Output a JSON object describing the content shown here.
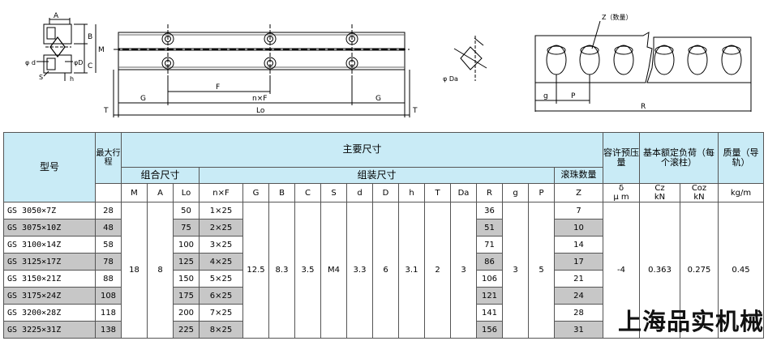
{
  "drawing_labels": {
    "A": "A",
    "B": "B",
    "M": "M",
    "phi_d": "φ d",
    "phi_D": "φD",
    "S": "S",
    "h": "h",
    "C": "C",
    "F": "F",
    "nxF": "n×F",
    "G_left": "G",
    "G_right": "G",
    "Lo": "Lo",
    "T_left": "T",
    "T_right": "T",
    "phi_Da": "φ Da",
    "Z_count": "Z（数量）",
    "g": "g",
    "P": "P",
    "R": "R"
  },
  "table": {
    "headers": {
      "model": "型号",
      "max_stroke": "最大行程",
      "main_dims": "主要尺寸",
      "combined_dims": "组合尺寸",
      "assembly_dims": "组装尺寸",
      "ball_count": "滚珠数量",
      "preload": "容许预压量",
      "load_rating": "基本额定负荷（每个滚柱）",
      "mass": "质量（导轨）"
    },
    "sub_headers": {
      "M": "M",
      "A": "A",
      "Lo": "Lo",
      "nxF": "n×F",
      "G": "G",
      "B": "B",
      "C": "C",
      "S": "S",
      "d": "d",
      "D": "D",
      "h": "h",
      "T": "T",
      "Da": "Da",
      "R": "R",
      "g": "g",
      "P": "P",
      "Z": "Z",
      "delta": "δ",
      "delta_unit": "μ m",
      "Cz": "Cz",
      "Cz_unit": "kN",
      "Coz": "Coz",
      "Coz_unit": "kN",
      "mass_unit": "kg/m"
    },
    "rows": [
      {
        "model": "GS 3050×7Z",
        "stroke": "28",
        "Lo": "50",
        "nxF": "1×25",
        "R": "36",
        "Z": "7"
      },
      {
        "model": "GS 3075×10Z",
        "stroke": "48",
        "Lo": "75",
        "nxF": "2×25",
        "R": "51",
        "Z": "10"
      },
      {
        "model": "GS 3100×14Z",
        "stroke": "58",
        "Lo": "100",
        "nxF": "3×25",
        "R": "71",
        "Z": "14"
      },
      {
        "model": "GS 3125×17Z",
        "stroke": "78",
        "Lo": "125",
        "nxF": "4×25",
        "R": "86",
        "Z": "17"
      },
      {
        "model": "GS 3150×21Z",
        "stroke": "88",
        "Lo": "150",
        "nxF": "5×25",
        "R": "106",
        "Z": "21"
      },
      {
        "model": "GS 3175×24Z",
        "stroke": "108",
        "Lo": "175",
        "nxF": "6×25",
        "R": "121",
        "Z": "24"
      },
      {
        "model": "GS 3200×28Z",
        "stroke": "118",
        "Lo": "200",
        "nxF": "7×25",
        "R": "141",
        "Z": "28"
      },
      {
        "model": "GS 3225×31Z",
        "stroke": "138",
        "Lo": "225",
        "nxF": "8×25",
        "R": "156",
        "Z": "31"
      }
    ],
    "shared": {
      "M": "18",
      "A": "8",
      "G": "12.5",
      "B": "8.3",
      "C": "3.5",
      "S": "M4",
      "d": "3.3",
      "D": "6",
      "h": "3.1",
      "T": "2",
      "Da": "3",
      "g": "3",
      "P": "5",
      "delta": "-4",
      "Cz": "0.363",
      "Coz": "0.275",
      "mass": "0.45"
    }
  },
  "watermark": "上海品实机械",
  "colors": {
    "header_bg": "#c9ebf6",
    "shaded_bg": "#c7c7c7",
    "line": "#555555"
  }
}
